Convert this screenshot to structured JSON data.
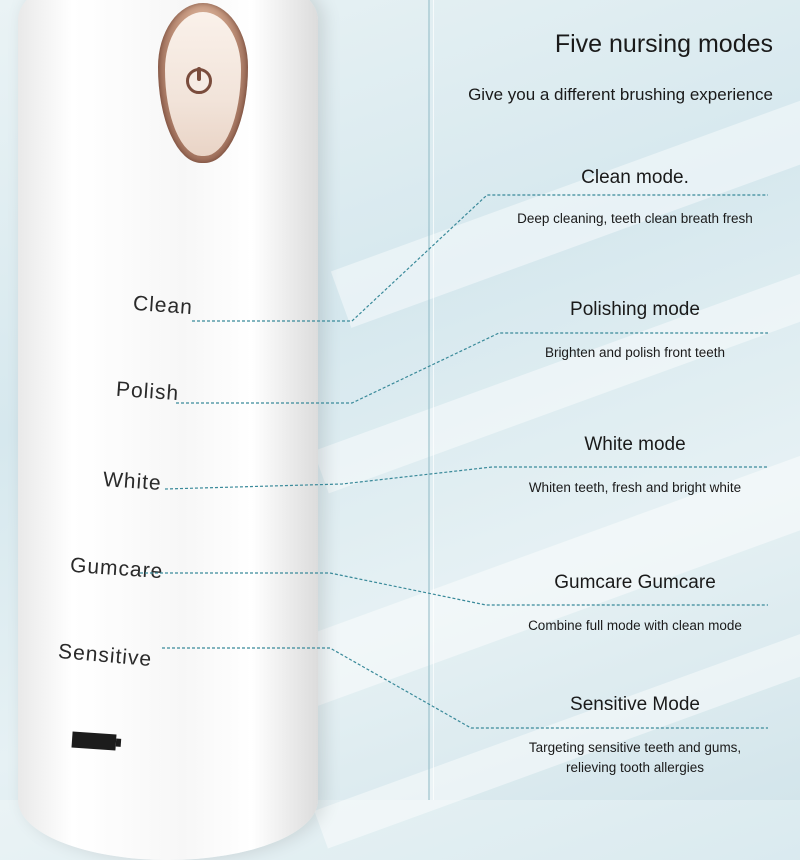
{
  "heading": {
    "title": "Five nursing modes",
    "subtitle": "Give you a different brushing experience"
  },
  "handle_labels": [
    "Clean",
    "Polish",
    "White",
    "Gumcare",
    "Sensitive"
  ],
  "modes": [
    {
      "title": "Clean mode.",
      "description": "Deep cleaning, teeth clean breath fresh"
    },
    {
      "title": "Polishing mode",
      "description": "Brighten and polish front teeth"
    },
    {
      "title": "White mode",
      "description": "Whiten teeth, fresh and bright white"
    },
    {
      "title": "Gumcare Gumcare",
      "description": "Combine full mode with clean mode"
    },
    {
      "title": "Sensitive Mode",
      "description": "Targeting sensitive teeth and gums, relieving tooth allergies"
    }
  ],
  "icons": [
    "power-icon",
    "battery-icon"
  ],
  "colors": {
    "leader_line": "#3a8a9a",
    "power_button_rim": "#c89b82"
  }
}
